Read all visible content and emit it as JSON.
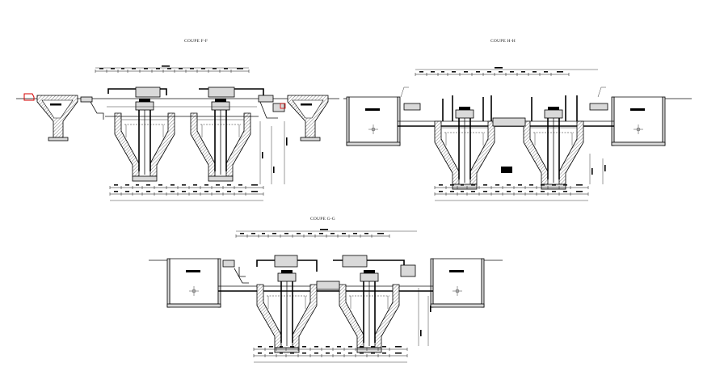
{
  "drawing": {
    "sections": [
      {
        "id": "f",
        "title": "COUPE F-F"
      },
      {
        "id": "h",
        "title": "COUPE H-H"
      },
      {
        "id": "g",
        "title": "COUPE G-G"
      }
    ]
  }
}
